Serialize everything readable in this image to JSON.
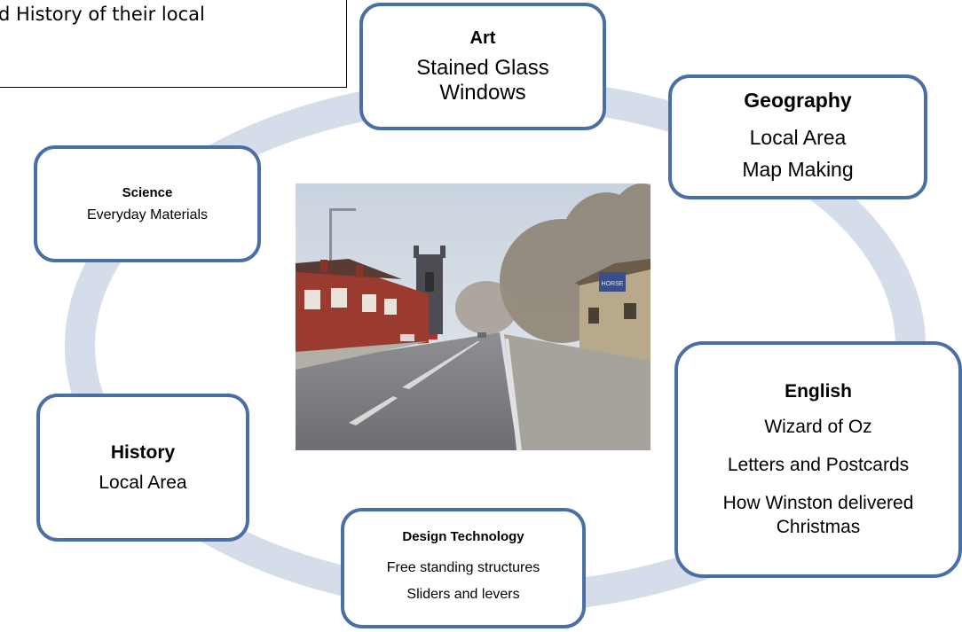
{
  "intro": {
    "text": "d History of their local"
  },
  "colors": {
    "ring": "#d5dcea",
    "box_border": "#4a6fa5"
  },
  "topics": {
    "art": {
      "title": "Art",
      "lines": [
        "Stained Glass",
        "Windows"
      ]
    },
    "geography": {
      "title": "Geography",
      "lines": [
        "Local Area",
        "Map Making"
      ]
    },
    "science": {
      "title": "Science",
      "lines": [
        "Everyday Materials"
      ]
    },
    "history": {
      "title": "History",
      "lines": [
        "Local Area"
      ]
    },
    "design_technology": {
      "title": "Design Technology",
      "lines": [
        "Free standing structures",
        "Sliders and levers"
      ]
    },
    "english": {
      "title": "English",
      "lines": [
        "Wizard of Oz",
        "Letters and Postcards",
        "How Winston delivered",
        "Christmas"
      ]
    }
  },
  "photo": {
    "sign_text": "HORSE"
  }
}
